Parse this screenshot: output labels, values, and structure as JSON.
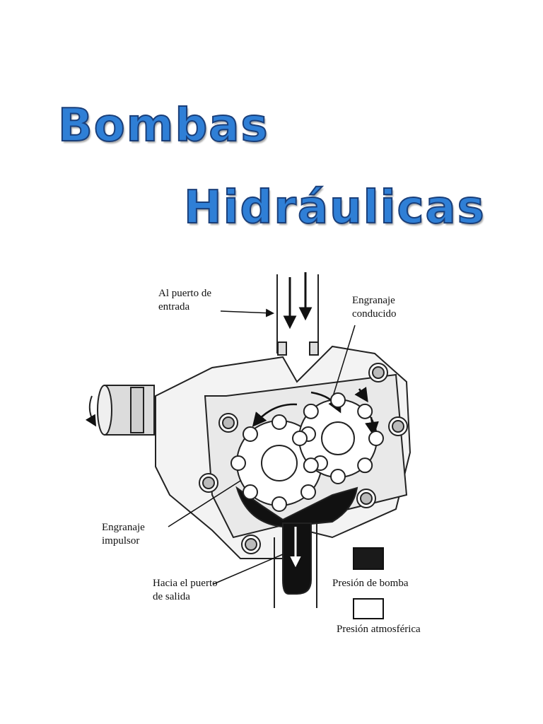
{
  "title": {
    "line1": "Bombas",
    "line2": "Hidráulicas"
  },
  "diagram": {
    "inlet_label": [
      "Al puerto de",
      "entrada"
    ],
    "driven_gear_label": [
      "Engranaje",
      "conducido"
    ],
    "drive_gear_label": [
      "Engranaje",
      "impulsor"
    ],
    "outlet_label": [
      "Hacia el puerto",
      "de salida"
    ]
  },
  "legend": {
    "pump_pressure": "Presión de bomba",
    "atmospheric_pressure": "Presión atmosférica",
    "pump_pressure_color": "#1a1a1a",
    "atmospheric_pressure_color": "#ffffff"
  }
}
